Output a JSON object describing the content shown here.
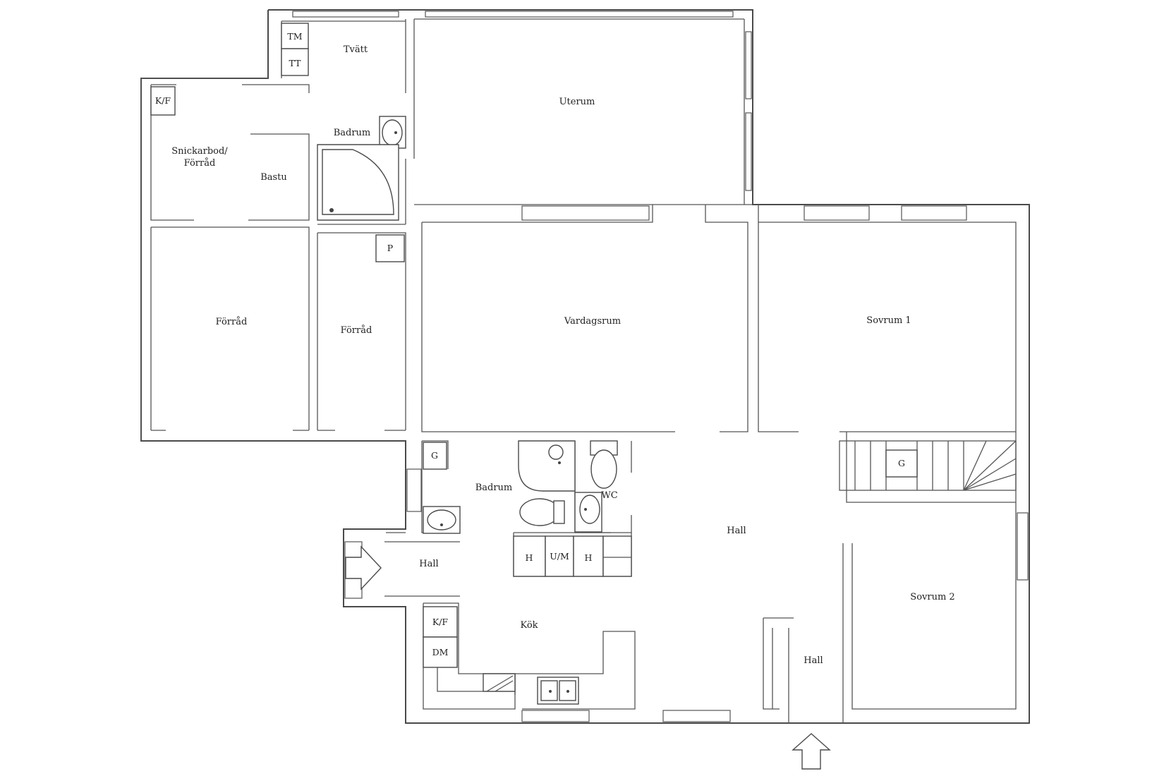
{
  "rooms": {
    "tvatt": "Tvätt",
    "uterum": "Uterum",
    "badrum_upper": "Badrum",
    "snickarbod_1": "Snickarbod/",
    "snickarbod_2": "Förråd",
    "bastu": "Bastu",
    "forrad_left": "Förråd",
    "forrad_mid": "Förråd",
    "vardagsrum": "Vardagsrum",
    "sovrum1": "Sovrum 1",
    "badrum_lower": "Badrum",
    "wc": "WC",
    "hall_center": "Hall",
    "hall_entry": "Hall",
    "kok": "Kök",
    "sovrum2": "Sovrum 2",
    "hall_bottom": "Hall"
  },
  "fixtures": {
    "tm": "TM",
    "tt": "TT",
    "kf_upper": "K/F",
    "p": "P",
    "g_badrum": "G",
    "g_stair": "G",
    "h_left": "H",
    "um": "U/M",
    "h_right": "H",
    "kf_kok": "K/F",
    "dm": "DM"
  },
  "icons": {
    "entrance_side": "arrow-right-icon",
    "entrance_bottom": "arrow-up-icon"
  },
  "colors": {
    "wall": "#4a4a4a",
    "background": "#ffffff",
    "text": "#222222"
  }
}
